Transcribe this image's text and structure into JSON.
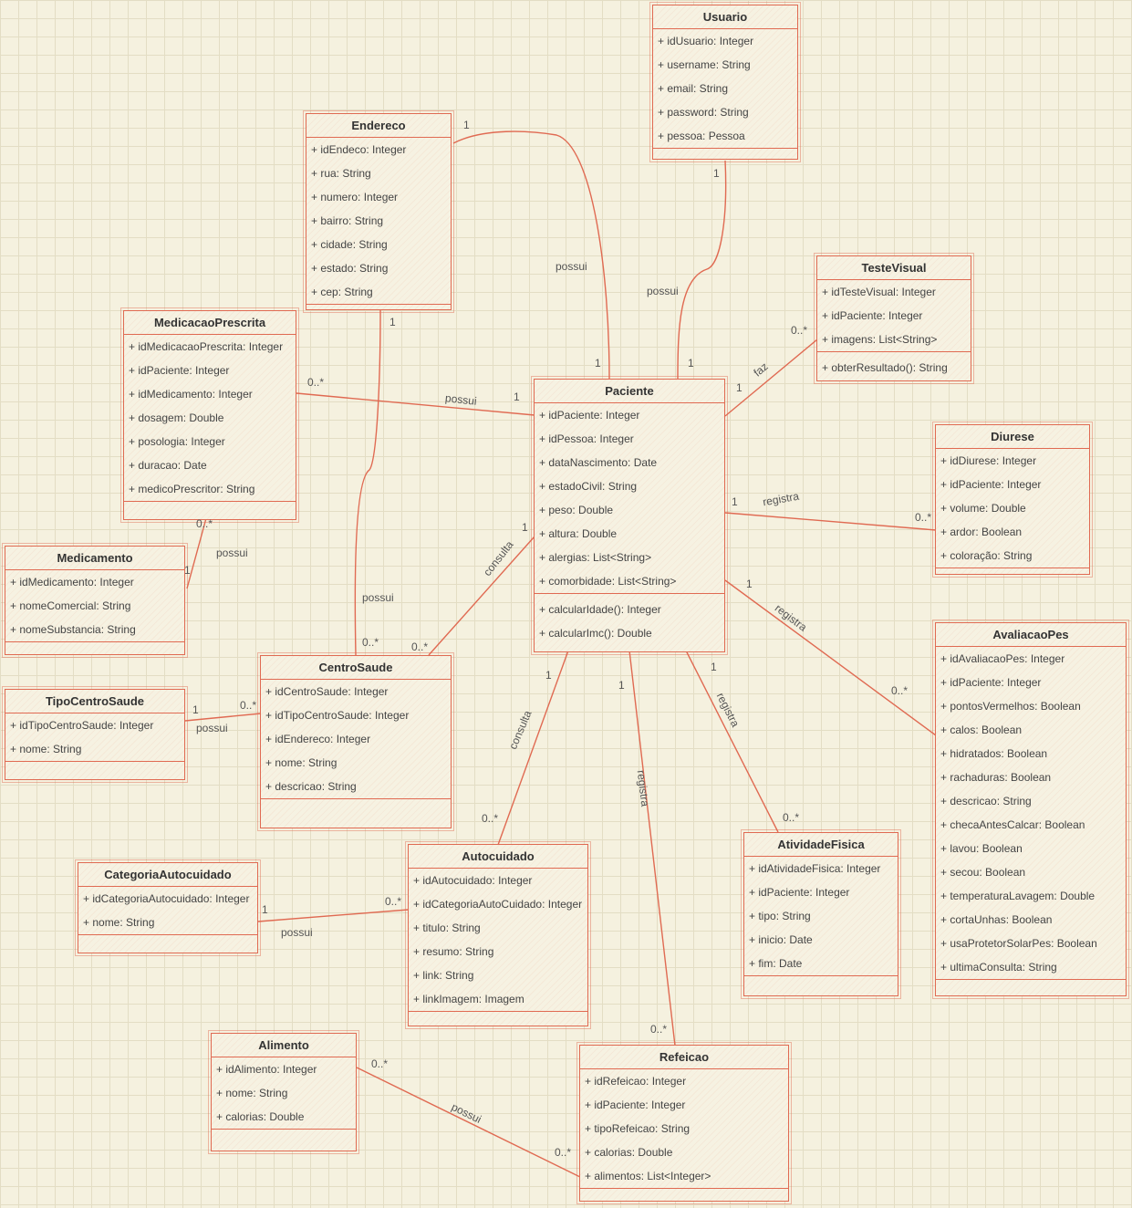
{
  "classes": {
    "usuario": {
      "name": "Usuario",
      "attributes": [
        "+ idUsuario: Integer",
        "+ username: String",
        "+ email: String",
        "+ password: String",
        "+ pessoa: Pessoa"
      ]
    },
    "endereco": {
      "name": "Endereco",
      "attributes": [
        "+ idEndeco: Integer",
        "+ rua: String",
        "+ numero: Integer",
        "+ bairro: String",
        "+ cidade: String",
        "+ estado: String",
        "+ cep: String"
      ]
    },
    "testevisual": {
      "name": "TesteVisual",
      "attributes": [
        "+ idTesteVisual: Integer",
        "+ idPaciente: Integer",
        "+ imagens: List<String>"
      ],
      "methods": [
        "+ obterResultado(): String"
      ]
    },
    "medicacao": {
      "name": "MedicacaoPrescrita",
      "attributes": [
        "+ idMedicacaoPrescrita: Integer",
        "+ idPaciente: Integer",
        "+ idMedicamento: Integer",
        "+ dosagem: Double",
        "+ posologia: Integer",
        "+ duracao: Date",
        "+ medicoPrescritor: String"
      ]
    },
    "paciente": {
      "name": "Paciente",
      "attributes": [
        "+ idPaciente: Integer",
        "+ idPessoa: Integer",
        "+ dataNascimento: Date",
        "+ estadoCivil: String",
        "+ peso: Double",
        "+ altura: Double",
        "+ alergias: List<String>",
        "+ comorbidade: List<String>"
      ],
      "methods": [
        "+ calcularIdade(): Integer",
        "+ calcularImc(): Double"
      ]
    },
    "diurese": {
      "name": "Diurese",
      "attributes": [
        "+ idDiurese: Integer",
        "+ idPaciente: Integer",
        "+ volume: Double",
        "+ ardor: Boolean",
        "+ coloração: String"
      ]
    },
    "medicamento": {
      "name": "Medicamento",
      "attributes": [
        "+ idMedicamento: Integer",
        "+ nomeComercial: String",
        "+ nomeSubstancia: String"
      ]
    },
    "centrosaude": {
      "name": "CentroSaude",
      "attributes": [
        "+ idCentroSaude: Integer",
        "+ idTipoCentroSaude: Integer",
        "+ idEndereco: Integer",
        "+ nome: String",
        "+ descricao: String"
      ]
    },
    "avaliacaopes": {
      "name": "AvaliacaoPes",
      "attributes": [
        "+ idAvaliacaoPes: Integer",
        "+ idPaciente: Integer",
        "+ pontosVermelhos: Boolean",
        "+ calos: Boolean",
        "+ hidratados: Boolean",
        "+ rachaduras: Boolean",
        "+ descricao: String",
        "+ checaAntesCalcar: Boolean",
        "+ lavou: Boolean",
        "+ secou: Boolean",
        "+ temperaturaLavagem: Double",
        "+ cortaUnhas: Boolean",
        "+ usaProtetorSolarPes: Boolean",
        "+ ultimaConsulta: String"
      ]
    },
    "tipocentro": {
      "name": "TipoCentroSaude",
      "attributes": [
        "+ idTipoCentroSaude: Integer",
        "+ nome: String"
      ]
    },
    "atividade": {
      "name": "AtividadeFisica",
      "attributes": [
        "+ idAtividadeFisica: Integer",
        "+ idPaciente: Integer",
        "+ tipo: String",
        "+ inicio: Date",
        "+ fim: Date"
      ]
    },
    "categoria": {
      "name": "CategoriaAutocuidado",
      "attributes": [
        "+ idCategoriaAutocuidado: Integer",
        "+ nome: String"
      ]
    },
    "autocuidado": {
      "name": "Autocuidado",
      "attributes": [
        "+ idAutocuidado: Integer",
        "+ idCategoriaAutoCuidado: Integer",
        "+ titulo: String",
        "+ resumo: String",
        "+ link: String",
        "+ linkImagem: Imagem"
      ]
    },
    "alimento": {
      "name": "Alimento",
      "attributes": [
        "+ idAlimento: Integer",
        "+ nome: String",
        "+ calorias: Double"
      ]
    },
    "refeicao": {
      "name": "Refeicao",
      "attributes": [
        "+ idRefeicao: Integer",
        "+ idPaciente: Integer",
        "+ tipoRefeicao: String",
        "+ calorias: Double",
        "+ alimentos: List<Integer>"
      ]
    }
  },
  "relations": [
    {
      "from": "endereco",
      "to": "paciente",
      "label": "possui",
      "from_mult": "1",
      "to_mult": "1"
    },
    {
      "from": "usuario",
      "to": "paciente",
      "label": "possui",
      "from_mult": "1",
      "to_mult": "1"
    },
    {
      "from": "paciente",
      "to": "testevisual",
      "label": "faz",
      "from_mult": "1",
      "to_mult": "0..*"
    },
    {
      "from": "medicacao",
      "to": "paciente",
      "label": "possui",
      "from_mult": "0..*",
      "to_mult": "1"
    },
    {
      "from": "paciente",
      "to": "diurese",
      "label": "registra",
      "from_mult": "1",
      "to_mult": "0..*"
    },
    {
      "from": "medicacao",
      "to": "medicamento",
      "label": "possui",
      "from_mult": "0..*",
      "to_mult": "1"
    },
    {
      "from": "endereco",
      "to": "centrosaude",
      "label": "possui",
      "from_mult": "1",
      "to_mult": "0..*"
    },
    {
      "from": "paciente",
      "to": "centrosaude",
      "label": "consulta",
      "from_mult": "1",
      "to_mult": "0..*"
    },
    {
      "from": "paciente",
      "to": "avaliacaopes",
      "label": "registra",
      "from_mult": "1",
      "to_mult": "0..*"
    },
    {
      "from": "tipocentro",
      "to": "centrosaude",
      "label": "possui",
      "from_mult": "1",
      "to_mult": "0..*"
    },
    {
      "from": "paciente",
      "to": "autocuidado",
      "label": "consulta",
      "from_mult": "1",
      "to_mult": "0..*"
    },
    {
      "from": "paciente",
      "to": "refeicao",
      "label": "registra",
      "from_mult": "1",
      "to_mult": "0..*"
    },
    {
      "from": "paciente",
      "to": "atividade",
      "label": "registra",
      "from_mult": "1",
      "to_mult": "0..*"
    },
    {
      "from": "categoria",
      "to": "autocuidado",
      "label": "possui",
      "from_mult": "1",
      "to_mult": "0..*"
    },
    {
      "from": "alimento",
      "to": "refeicao",
      "label": "possui",
      "from_mult": "0..*",
      "to_mult": "0..*"
    }
  ],
  "colors": {
    "stroke": "#e06a52",
    "background": "#f5f1df",
    "text": "#444444"
  }
}
